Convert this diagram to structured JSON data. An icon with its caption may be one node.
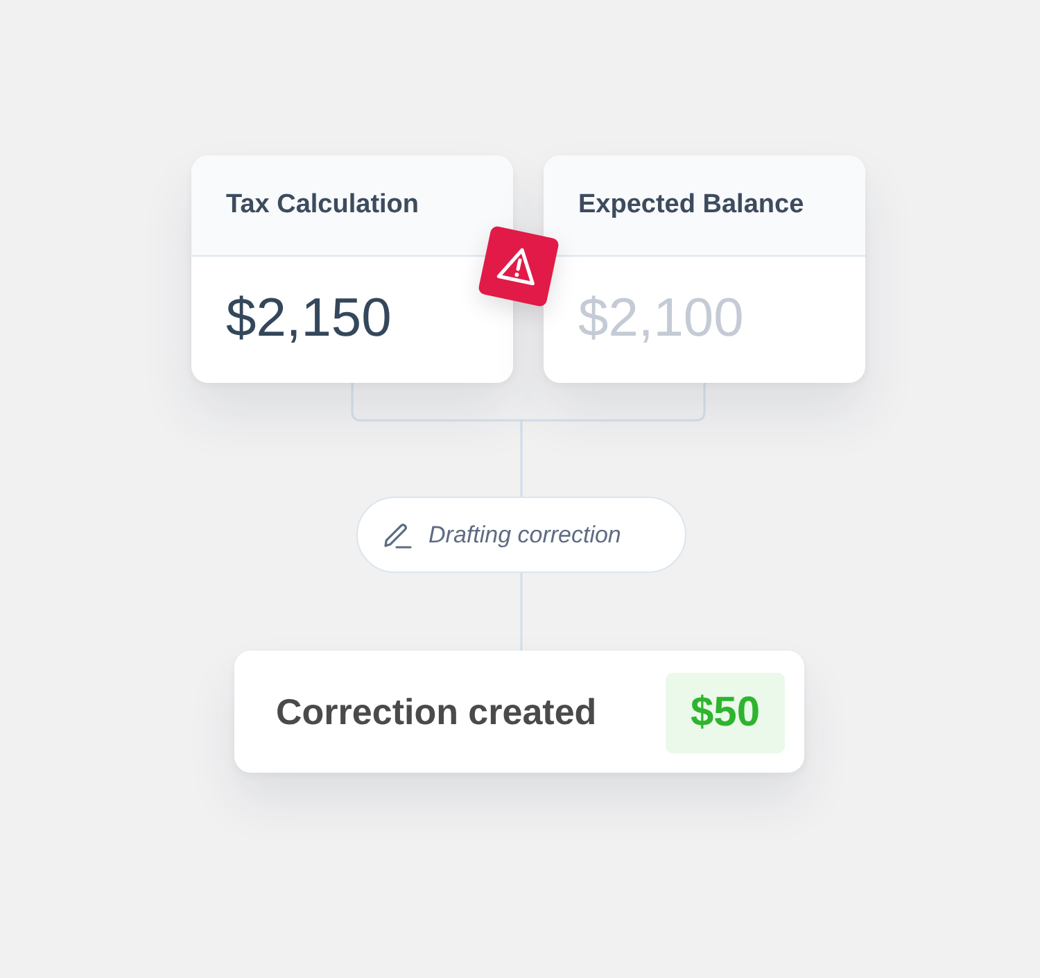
{
  "diagram": {
    "nodes": [
      {
        "text": [
          "Tax Calculation",
          "$2,150"
        ]
      },
      {
        "text": [
          "Expected Balance",
          "$2,100"
        ]
      },
      {
        "text": [
          "Drafting correction"
        ]
      },
      {
        "text": [
          "Correction created"
        ]
      },
      {
        "text": [
          "$50"
        ],
        "in": 3
      }
    ],
    "edges": [
      {
        "from": 0,
        "to": 2,
        "arrow": "none"
      },
      {
        "from": 1,
        "to": 2,
        "arrow": "none"
      },
      {
        "from": 2,
        "to": 3,
        "arrow": "none"
      }
    ]
  }
}
